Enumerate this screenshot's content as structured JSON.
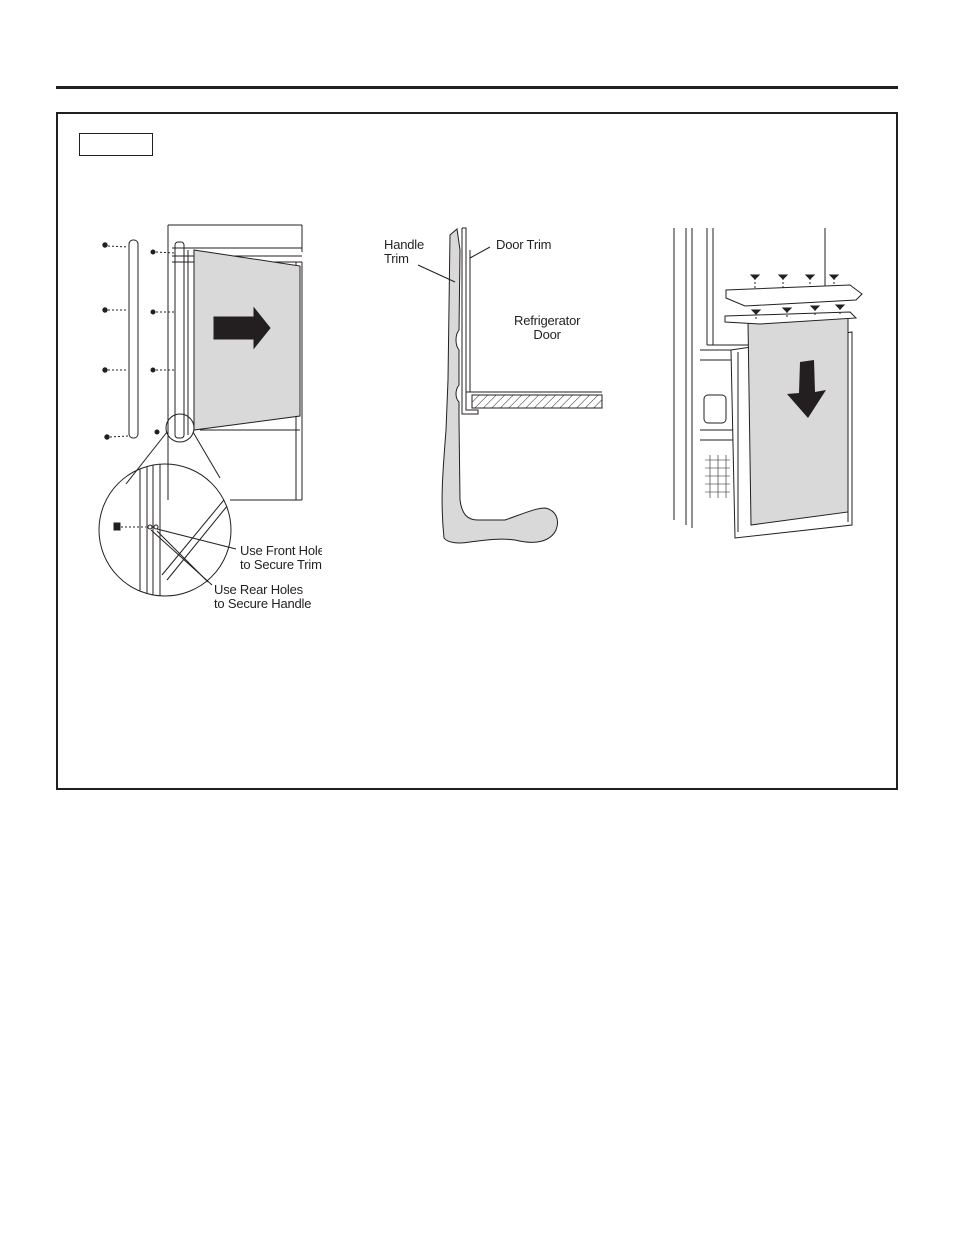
{
  "figures": {
    "figure1": {
      "callout_front": "Use Front Hole\nto Secure Trim",
      "callout_rear": "Use Rear Holes\nto Secure Handle"
    },
    "figure2": {
      "label_handle_trim": "Handle\nTrim",
      "label_door_trim": "Door Trim",
      "label_refrigerator_door": "Refrigerator\nDoor"
    }
  },
  "colors": {
    "ink": "#231f20",
    "panel_fill": "#d9d9d9",
    "arrow_fill": "#231f20"
  },
  "icons": [
    "right-arrow-icon",
    "down-arrow-icon",
    "screw-icon"
  ]
}
